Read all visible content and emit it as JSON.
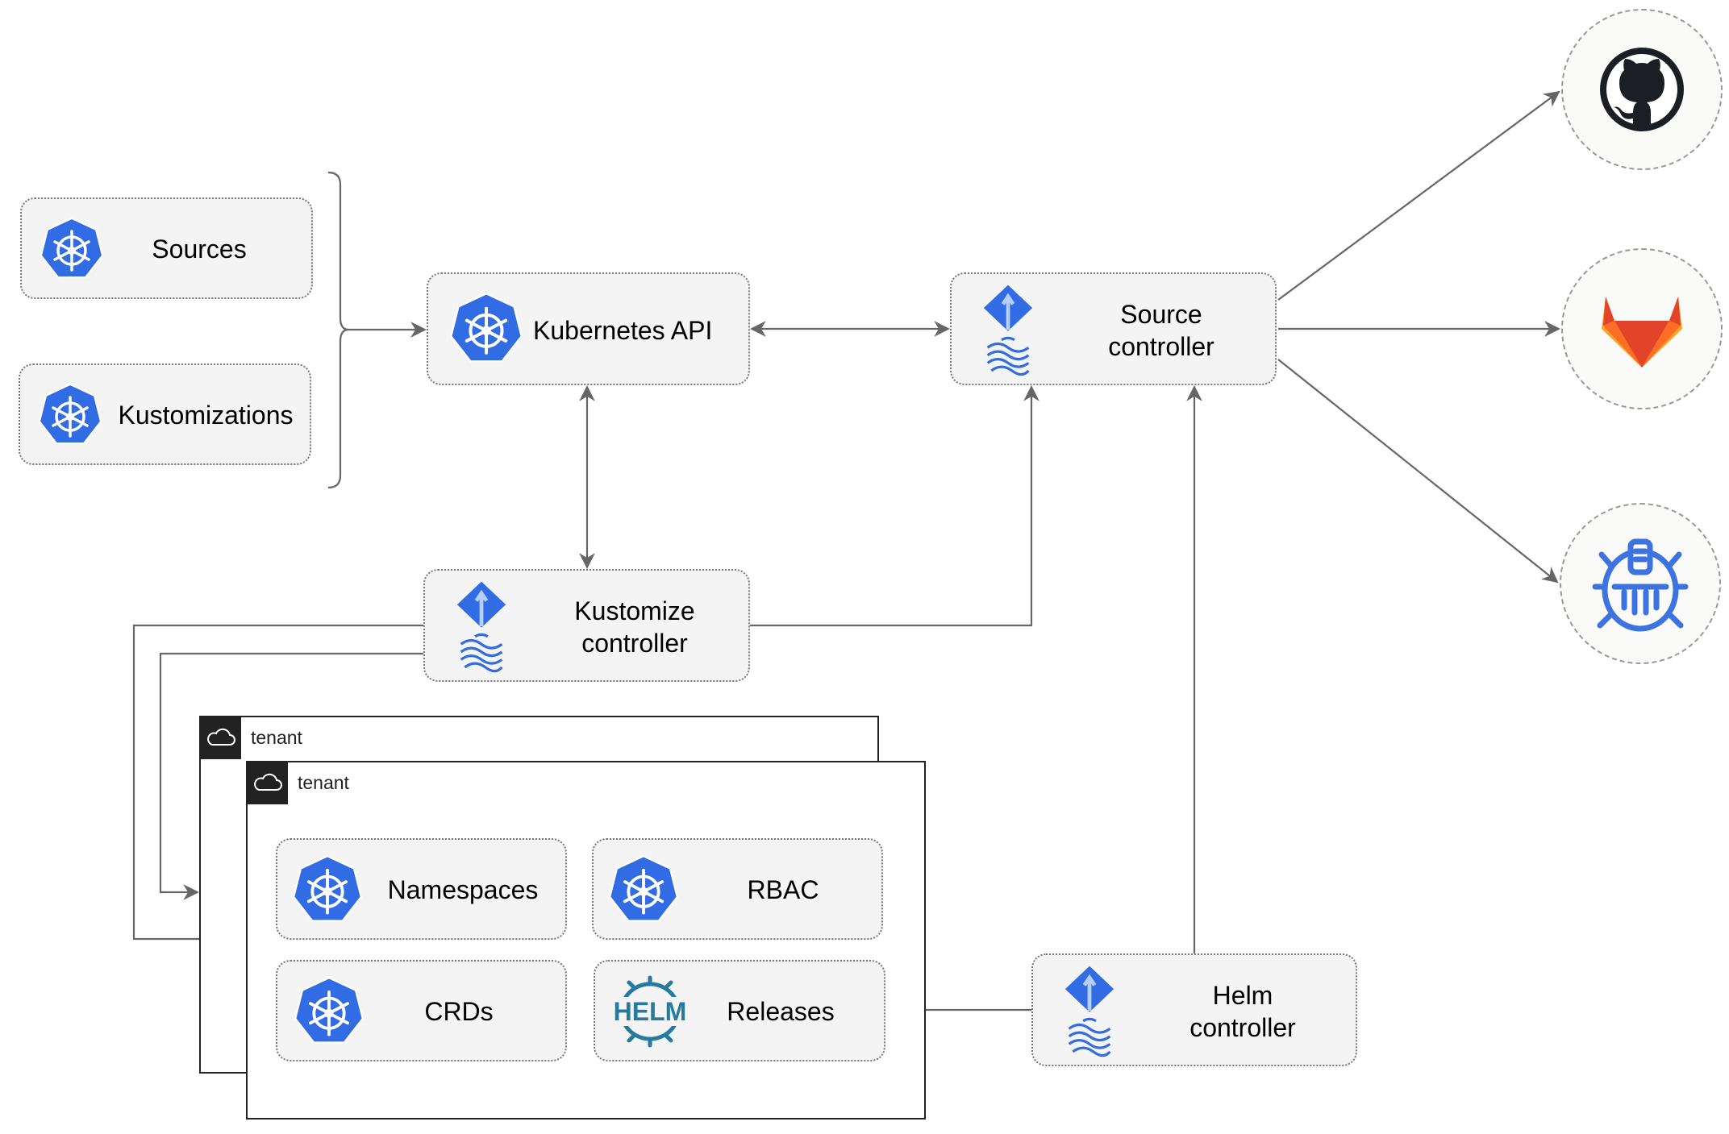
{
  "nodes": {
    "sources": "Sources",
    "kustomizations": "Kustomizations",
    "kubernetes_api": "Kubernetes API",
    "source_controller": "Source\ncontroller",
    "kustomize_controller": "Kustomize\ncontroller",
    "helm_controller": "Helm\ncontroller",
    "namespaces": "Namespaces",
    "rbac": "RBAC",
    "crds": "CRDs",
    "releases": "Releases"
  },
  "tenants": [
    "tenant",
    "tenant"
  ],
  "helm_logo_text": "HELM",
  "external": [
    "github",
    "gitlab",
    "harbor"
  ],
  "colors": {
    "k8s_blue": "#326ce5",
    "gitlab_orange": "#e24329",
    "github_dark": "#1b1f23",
    "edge": "#666666"
  }
}
